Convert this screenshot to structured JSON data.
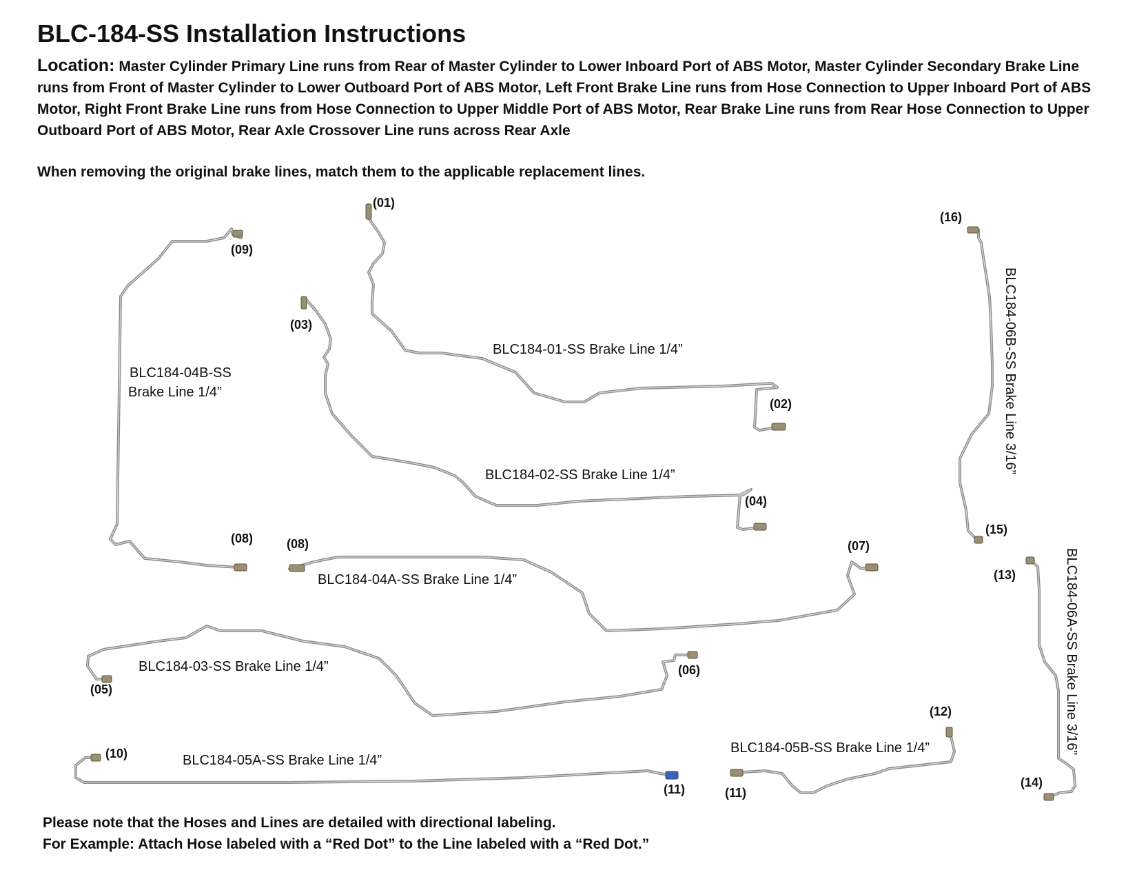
{
  "title": "BLC-184-SS Installation Instructions",
  "location": {
    "label": "Location:",
    "text": "Master Cylinder Primary Line runs from Rear of Master Cylinder to Lower Inboard Port of ABS Motor, Master Cylinder Secondary Brake Line runs from Front of Master Cylinder to Lower Outboard Port of ABS Motor, Left Front Brake Line runs from Hose Connection to Upper Inboard Port of ABS Motor, Right Front Brake Line runs from Hose Connection to Upper Middle Port of ABS Motor, Rear Brake Line runs from Rear Hose Connection to Upper Outboard Port of ABS Motor, Rear Axle Crossover Line runs across Rear Axle"
  },
  "removing_note": "When removing the original brake lines, match them to the applicable replacement lines.",
  "parts": {
    "p01": "BLC184-01-SS Brake Line 1/4”",
    "p02": "BLC184-02-SS Brake Line 1/4”",
    "p03": "BLC184-03-SS Brake Line 1/4”",
    "p04a": "BLC184-04A-SS Brake Line 1/4”",
    "p04b_line1": "BLC184-04B-SS",
    "p04b_line2": "Brake Line 1/4”",
    "p05a": "BLC184-05A-SS Brake Line 1/4”",
    "p05b": "BLC184-05B-SS Brake Line 1/4”",
    "p06a": "BLC184-06A-SS Brake Line 3/16”",
    "p06b": "BLC184-06B-SS Brake Line 3/16”"
  },
  "ports": {
    "p01": "(01)",
    "p02": "(02)",
    "p03": "(03)",
    "p04": "(04)",
    "p05": "(05)",
    "p06": "(06)",
    "p07": "(07)",
    "p08a": "(08)",
    "p08b": "(08)",
    "p09": "(09)",
    "p10": "(10)",
    "p11a": "(11)",
    "p11b": "(11)",
    "p12": "(12)",
    "p13": "(13)",
    "p14": "(14)",
    "p15": "(15)",
    "p16": "(16)"
  },
  "footer": {
    "line1": "Please note that the Hoses and Lines are detailed with directional labeling.",
    "line2": "For Example: Attach Hose labeled with a “Red Dot” to the Line labeled with a “Red Dot.”"
  }
}
